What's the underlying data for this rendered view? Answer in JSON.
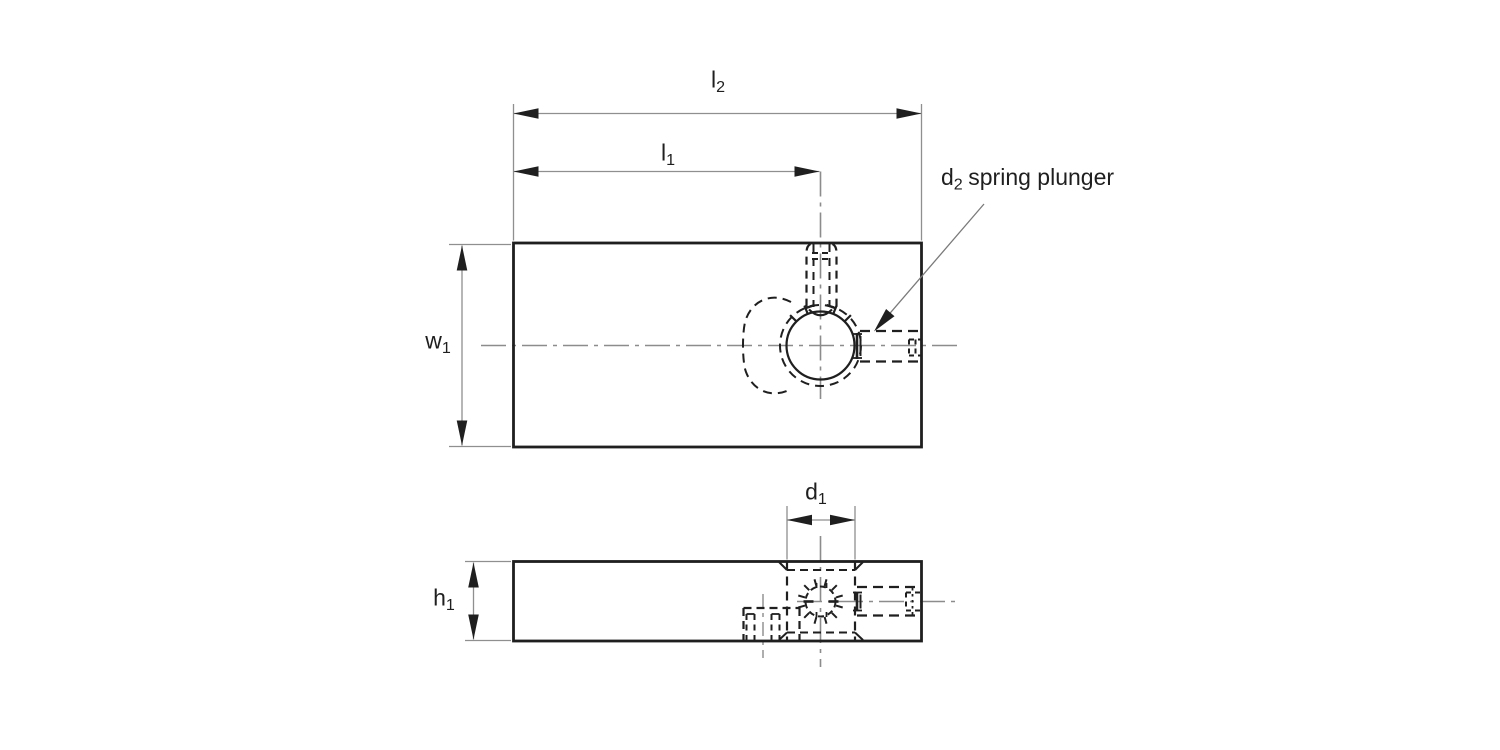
{
  "colors": {
    "background": "#ffffff",
    "outline": "#1f1f1f",
    "hidden_line": "#1f1f1f",
    "centerline": "#8c8c8c",
    "dimension_line": "#8f8f8f",
    "arrowhead": "#1f1f1f"
  },
  "labels": {
    "l2": {
      "base": "l",
      "sub": "2"
    },
    "l1": {
      "base": "l",
      "sub": "1"
    },
    "w1": {
      "base": "w",
      "sub": "1"
    },
    "h1": {
      "base": "h",
      "sub": "1"
    },
    "d1": {
      "base": "d",
      "sub": "1"
    },
    "d2_annotation": {
      "base": "d",
      "sub": "2",
      "suffix": "spring plunger"
    }
  }
}
